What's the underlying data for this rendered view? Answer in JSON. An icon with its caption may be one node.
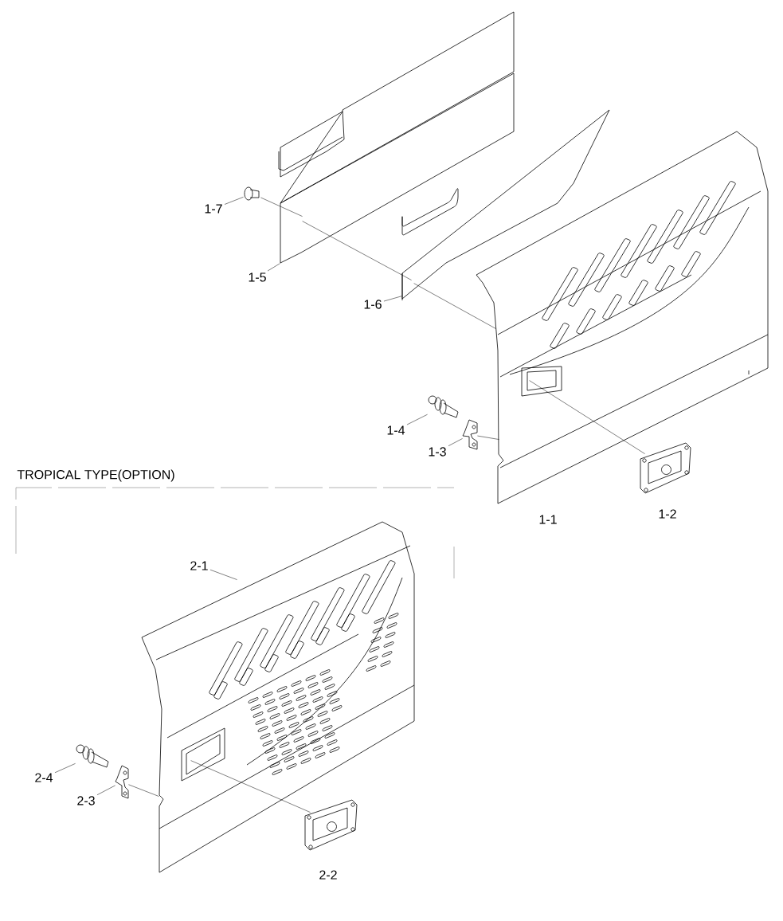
{
  "diagram": {
    "nodes": [
      {
        "text": [
          "1-7"
        ]
      },
      {
        "text": [],
        "shape": "picture"
      },
      {
        "text": [
          "1-5"
        ]
      },
      {
        "text": [],
        "shape": "picture"
      },
      {
        "text": [
          "1-6"
        ]
      },
      {
        "text": [],
        "shape": "picture"
      },
      {
        "text": [
          "1-4"
        ]
      },
      {
        "text": [],
        "shape": "picture"
      },
      {
        "text": [
          "1-3"
        ]
      },
      {
        "text": [],
        "shape": "picture"
      },
      {
        "text": [],
        "shape": "picture",
        "beside": [
          "1-1"
        ]
      },
      {
        "text": [],
        "shape": "picture"
      },
      {
        "text": [
          "2-1"
        ]
      },
      {
        "text": [],
        "shape": "picture"
      },
      {
        "text": [
          "2-4"
        ]
      },
      {
        "text": [],
        "shape": "picture"
      },
      {
        "text": [
          "2-3"
        ]
      },
      {
        "text": [],
        "shape": "picture"
      },
      {
        "text": [],
        "shape": "picture"
      }
    ],
    "edges": [
      {
        "from": 0,
        "to": 1,
        "arrow": "none"
      },
      {
        "from": 2,
        "to": 3,
        "arrow": "none"
      },
      {
        "from": 4,
        "to": 5,
        "arrow": "none"
      },
      {
        "from": 6,
        "to": 7,
        "arrow": "none"
      },
      {
        "from": 8,
        "to": 9,
        "arrow": "none"
      },
      {
        "from": 12,
        "to": 13,
        "arrow": "none"
      },
      {
        "from": 14,
        "to": 15,
        "arrow": "none"
      },
      {
        "from": 16,
        "to": 17,
        "arrow": "none"
      },
      {
        "from": 1,
        "to": 3,
        "arrow": "none"
      },
      {
        "from": 3,
        "to": 5,
        "arrow": "none"
      },
      {
        "from": 5,
        "to": 10,
        "arrow": "none"
      },
      {
        "from": 9,
        "to": 10,
        "arrow": "none"
      },
      {
        "from": 10,
        "to": 11,
        "arrow": "none"
      },
      {
        "from": 17,
        "to": 13,
        "arrow": "none"
      },
      {
        "from": 13,
        "to": 18,
        "arrow": "none"
      }
    ],
    "labels": [
      "TROPICAL TYPE(OPTION)",
      "1-2",
      "2-2"
    ]
  }
}
